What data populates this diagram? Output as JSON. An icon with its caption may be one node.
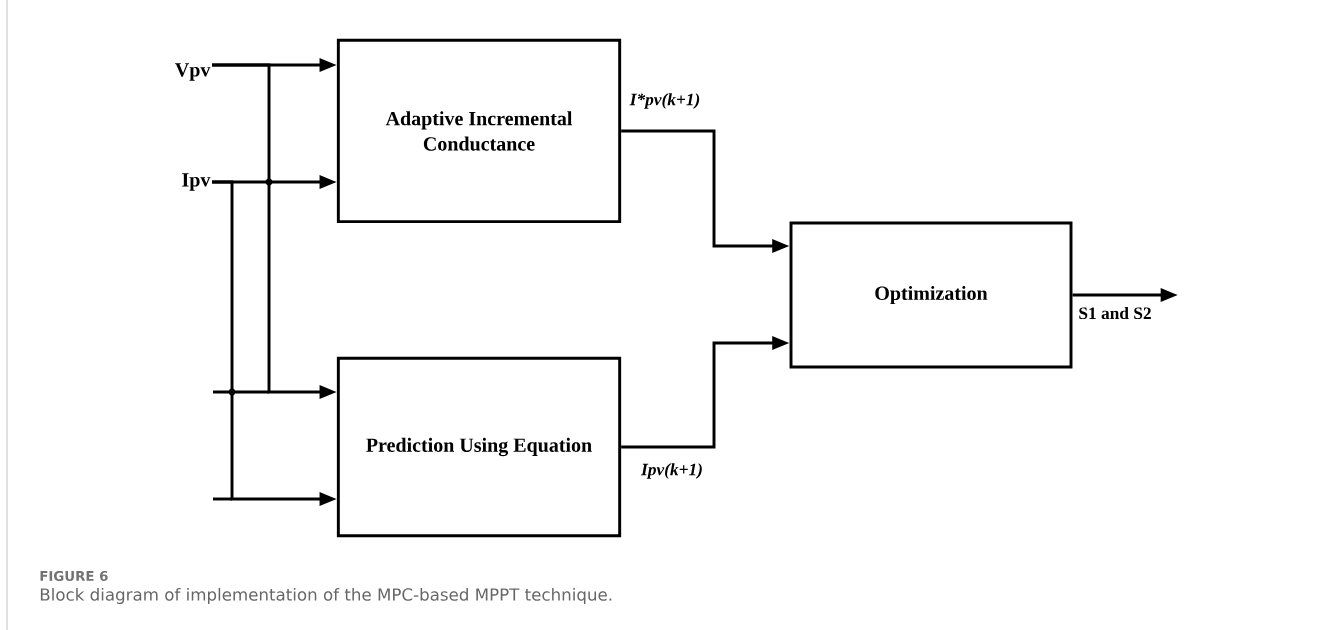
{
  "diagram": {
    "caption": "Block diagram of implementation of the MPC-based MPPT technique.",
    "nodes": [
      {
        "text": [
          "Vpv"
        ]
      },
      {
        "text": [
          "Ipv"
        ]
      },
      {
        "text": [
          "Adaptive Incremental Conductance"
        ]
      },
      {
        "text": [
          "Prediction Using Equation"
        ]
      },
      {
        "text": [
          "Optimization"
        ]
      }
    ],
    "edges": [
      {
        "from": 0,
        "to": 2,
        "arrow": "to"
      },
      {
        "from": 0,
        "to": 3,
        "arrow": "to"
      },
      {
        "from": 1,
        "to": 2,
        "arrow": "to"
      },
      {
        "from": 1,
        "to": 3,
        "arrow": "to"
      },
      {
        "from": 2,
        "to": 4,
        "arrow": "to",
        "label": "I*pv(k+1)"
      },
      {
        "from": 3,
        "to": 4,
        "arrow": "to",
        "label": "Ipv(k+1)"
      },
      {
        "from": 4,
        "to": null,
        "arrow": "to",
        "label": "S1 and S2"
      }
    ],
    "labels": [
      "FIGURE 6"
    ]
  }
}
